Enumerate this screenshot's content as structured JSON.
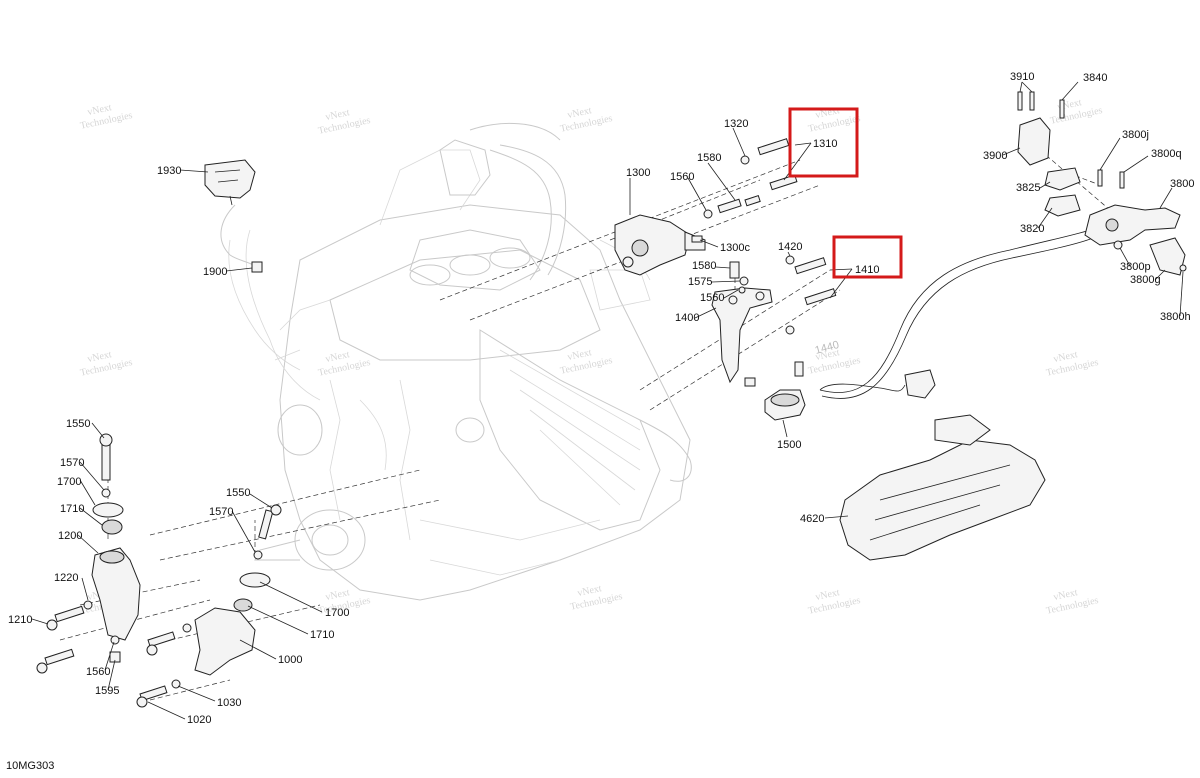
{
  "diagram_code": "10MG303",
  "watermark": {
    "line1": "vNext",
    "line2": "Technologies",
    "inline": "vNext Technologies"
  },
  "callouts": {
    "c1930": "1930",
    "c1900": "1900",
    "c1300": "1300",
    "c1320": "1320",
    "c1310": "1310",
    "c1580a": "1580",
    "c1560a": "1560",
    "c1300c": "1300c",
    "c1420": "1420",
    "c1410": "1410",
    "c1580b": "1580",
    "c1575": "1575",
    "c1560b": "1560",
    "c1400": "1400",
    "c1440": "1440",
    "c1500": "1500",
    "c3910": "3910",
    "c3840": "3840",
    "c3900": "3900",
    "c3800j": "3800j",
    "c3800q": "3800q",
    "c3825": "3825",
    "c3800": "3800",
    "c3820": "3820",
    "c3800p": "3800p",
    "c3800g": "3800g",
    "c3800h": "3800h",
    "c4620": "4620",
    "c1550a": "1550",
    "c1570a": "1570",
    "c1700a": "1700",
    "c1710a": "1710",
    "c1200": "1200",
    "c1220": "1220",
    "c1210": "1210",
    "c1560c": "1560",
    "c1595": "1595",
    "c1550b": "1550",
    "c1570b": "1570",
    "c1700b": "1700",
    "c1710b": "1710",
    "c1000": "1000",
    "c1030": "1030",
    "c1020": "1020"
  },
  "highlight_color": "#d41a1a"
}
